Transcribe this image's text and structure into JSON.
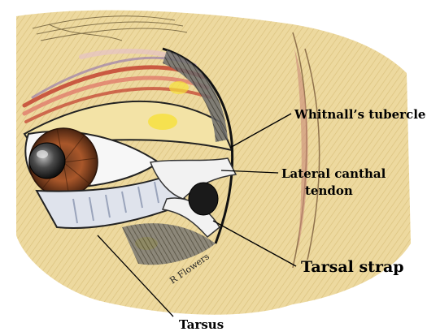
{
  "figure": {
    "labels": {
      "whitnall": "Whitnall’s tubercle",
      "lateral_canthal_1": "Lateral canthal",
      "lateral_canthal_2": "tendon",
      "tarsal_strap": "Tarsal strap",
      "tarsus": "Tarsus"
    },
    "signature": "R Flowers",
    "colors": {
      "skin": "#e8d08a",
      "muscle_red": "#c0392b",
      "tendon": "#f2f2f2",
      "ink": "#1a1a1a"
    }
  }
}
